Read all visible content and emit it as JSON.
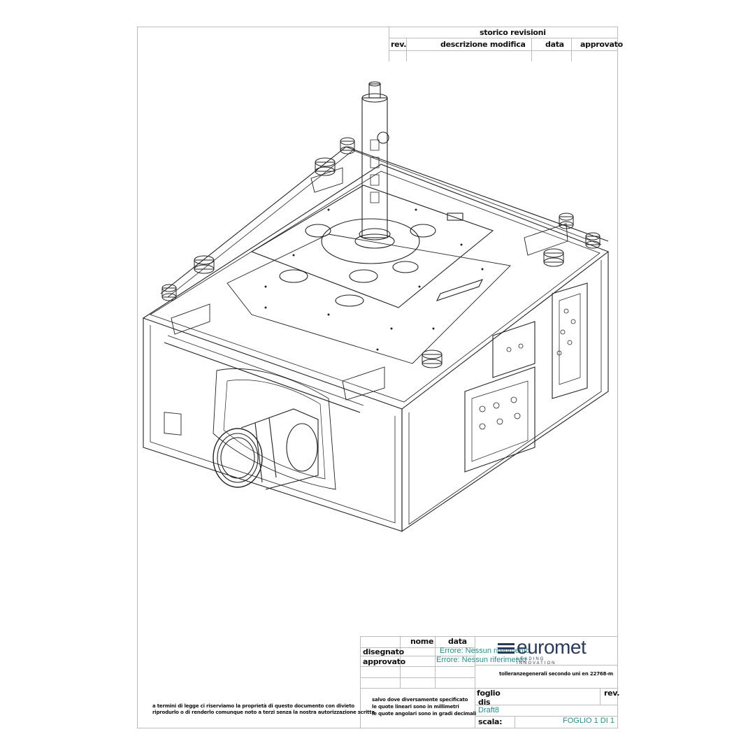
{
  "revisions": {
    "title": "storico revisioni",
    "col_rev": "rev.",
    "col_desc": "descrizione modifica",
    "col_date": "data",
    "col_approved": "approvato"
  },
  "title_block": {
    "col_name": "nome",
    "col_date": "data",
    "row_drawn": "disegnato",
    "row_approved": "approvato",
    "err1": "Errore: Nessun riferimento",
    "err2": "Errore: Nessun riferimento",
    "tolerances": "tolleranzegenerali secondo uni en 22768-m",
    "sheet_label": "foglio",
    "rev_label": "rev.",
    "note1": "salvo dove diversamente specificato",
    "note2": "le quote lineari sono in millimetri",
    "note3": "le quote angolari sono in gradi decimali",
    "dis_label": "dis",
    "dis_value": "Draft8",
    "scale_label": "scala:",
    "sheet_value": "FOGLIO 1 DI 1",
    "legal1": "a termini di legge ci riserviamo la proprietà di questo documento con divieto",
    "legal2": "riprodurlo o di renderlo comunque noto a terzi senza la nostra autorizzazione scritta"
  },
  "logo": {
    "name": "euromet",
    "tagline": "LEADING INNOVATION",
    "color": "#2b3a59"
  },
  "drawing": {
    "subject": "projector-ceiling-mount-isometric"
  }
}
